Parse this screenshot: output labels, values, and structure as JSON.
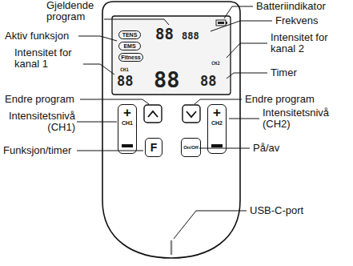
{
  "diagram": {
    "nodes": [
      {
        "text": [
          "TENS"
        ]
      },
      {
        "text": [
          "EMS"
        ]
      },
      {
        "text": [
          "Fitness"
        ]
      },
      {
        "text": [
          "+",
          "CH1"
        ]
      },
      {
        "text": [
          "+",
          "CH2"
        ]
      },
      {
        "text": [
          "F"
        ]
      },
      {
        "text": [
          "On/Off"
        ]
      }
    ],
    "labels": [
      "Gjeldende program",
      "Aktiv funksjon",
      "Intensitet for kanal 1",
      "Endre program",
      "Intensitetsnivå (CH1)",
      "Funksjon/timer",
      "Batteriindikator",
      "Frekvens",
      "Intensitet for kanal 2",
      "Timer",
      "Endre program",
      "Intensitetsnivå (CH2)",
      "På/av",
      "USB-C-port",
      "88",
      "888",
      "CH1",
      "CH2",
      "88",
      "88",
      "88"
    ]
  }
}
